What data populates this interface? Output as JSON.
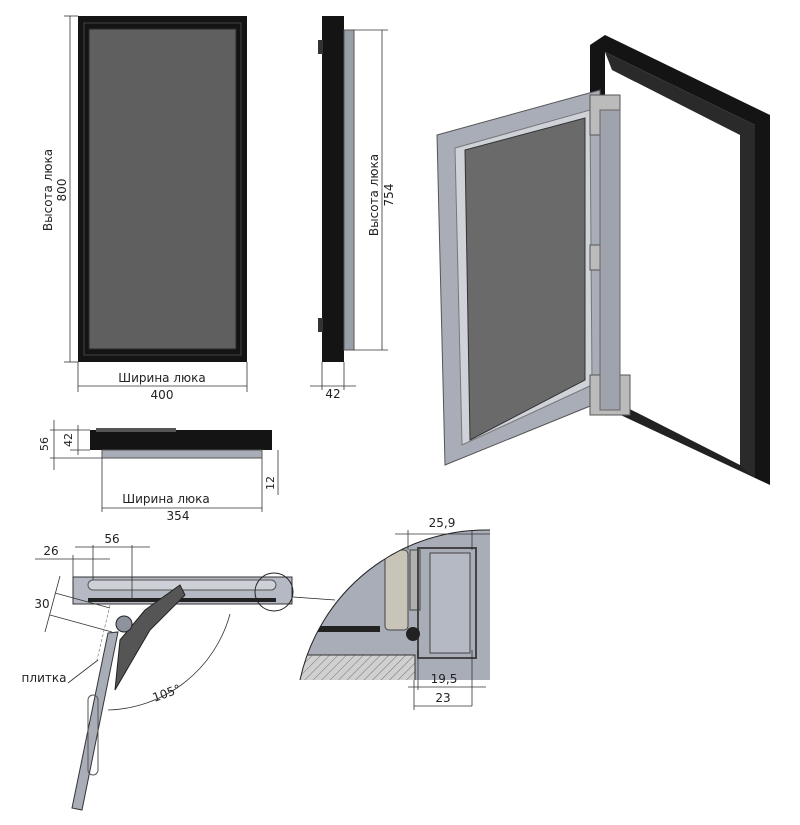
{
  "front_view": {
    "height_label": "Высота люка",
    "height_value": "800",
    "width_label": "Ширина люка",
    "width_value": "400"
  },
  "side_view": {
    "height_label": "Высота люка",
    "height_value": "754",
    "depth_value": "42"
  },
  "top_section": {
    "total_depth": "56",
    "frame_depth": "42",
    "offset": "12",
    "width_label": "Ширина люка",
    "width_value": "354"
  },
  "mechanism": {
    "dim_a": "26",
    "dim_b": "56",
    "dim_c": "30",
    "tile_label": "плитка",
    "angle": "105°"
  },
  "detail": {
    "dim_top": "25,9",
    "dim_inner": "19,5",
    "dim_bottom": "23"
  },
  "colors": {
    "frame": "#141414",
    "panel": "#5f5f5f",
    "metal": "#a8adb8",
    "line": "#333333"
  }
}
